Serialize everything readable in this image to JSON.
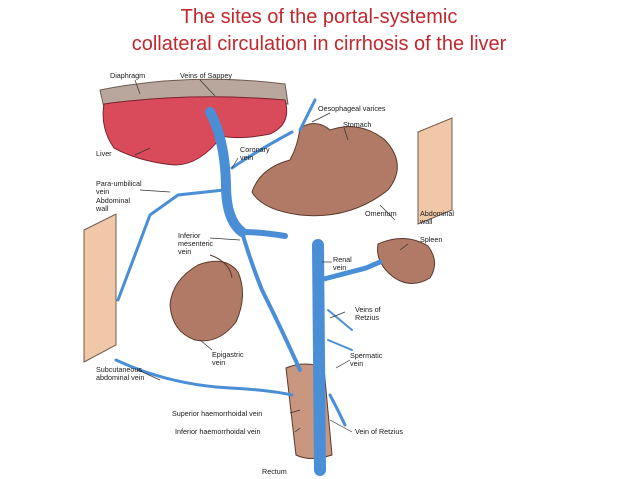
{
  "title": {
    "line1": "The sites of the portal-systemic",
    "line2": "collateral circulation in cirrhosis of the liver"
  },
  "labels": {
    "diaphragm": "Diaphragm",
    "veins_of_sappey": "Veins of Sappey",
    "oesophageal_varices": "Oesophageal varices",
    "stomach": "Stomach",
    "liver": "Liver",
    "coronary_vein_1": "Coronary",
    "coronary_vein_2": "vein",
    "para_umbilical_1": "Para-umbilical",
    "para_umbilical_2": "vein",
    "abdominal_wall_left_1": "Abdominal",
    "abdominal_wall_left_2": "wall",
    "omentum": "Omentum",
    "abdominal_wall_right_1": "Abdominal",
    "abdominal_wall_right_2": "wall",
    "inferior_mesenteric_1": "Inferior",
    "inferior_mesenteric_2": "mesenteric",
    "inferior_mesenteric_3": "vein",
    "spleen": "Spleen",
    "renal_vein_1": "Renal",
    "renal_vein_2": "vein",
    "veins_of_retzius_1": "Veins of",
    "veins_of_retzius_2": "Retzius",
    "epigastric_1": "Epigastric",
    "epigastric_2": "vein",
    "subcutaneous_1": "Subcutaneous",
    "subcutaneous_2": "abdominal vein",
    "spermatic_1": "Spermatic",
    "spermatic_2": "vein",
    "superior_haemorrhoidal": "Superior haemorrhoidal vein",
    "inferior_haemorrhoidal": "Inferior haemorrhoidal vein",
    "vein_of_retzius": "Vein of Retzius",
    "rectum": "Rectum"
  },
  "colors": {
    "title": "#c0282d",
    "vein": "#4a8fd6",
    "liver": "#d94b5a",
    "organ": "#b07a66",
    "skin": "#f0c8a8"
  }
}
